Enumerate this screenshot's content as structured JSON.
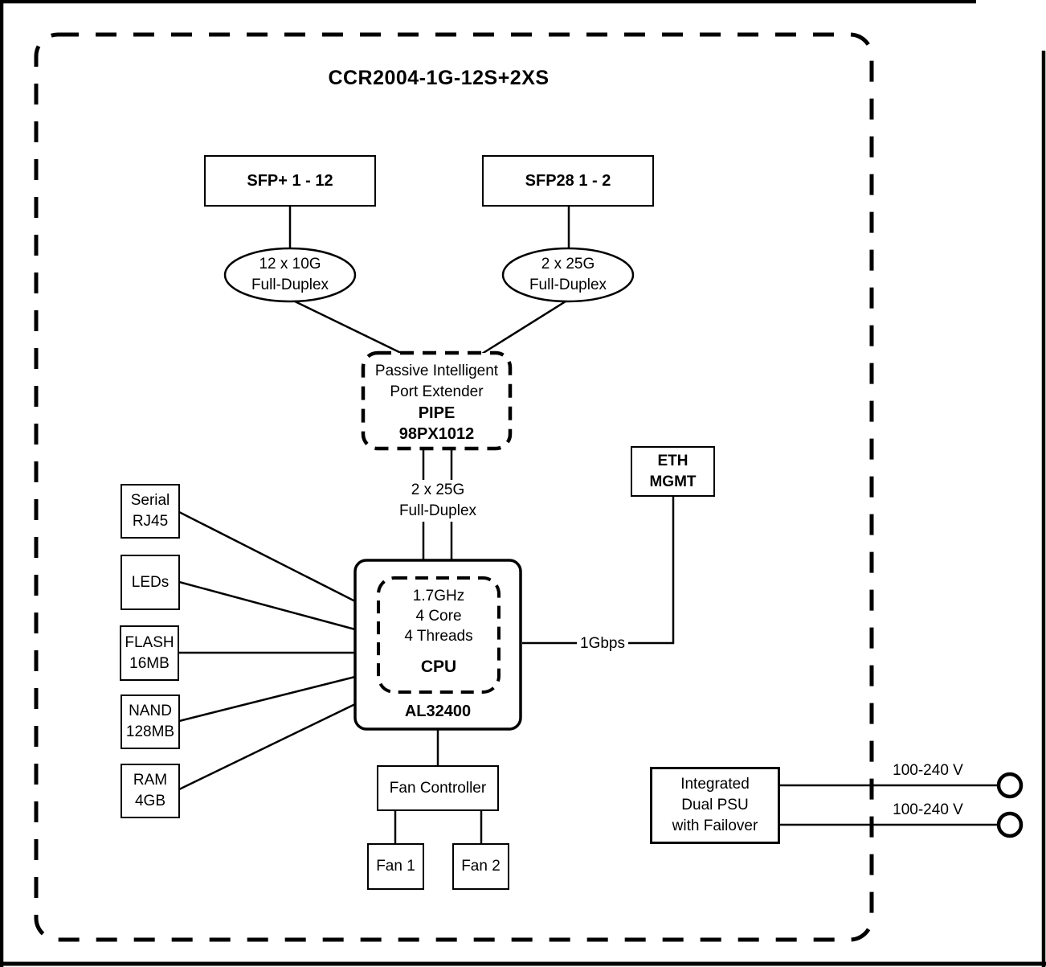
{
  "title": "CCR2004-1G-12S+2XS",
  "sfp": {
    "sfp_plus_label": "SFP+ 1 - 12",
    "sfp28_label": "SFP28 1 - 2",
    "sfp_plus_duplex": {
      "line1": "12 x 10G",
      "line2": "Full-Duplex"
    },
    "sfp28_duplex": {
      "line1": "2 x 25G",
      "line2": "Full-Duplex"
    }
  },
  "pipe": {
    "line1": "Passive Intelligent",
    "line2": "Port Extender",
    "name": "PIPE",
    "model": "98PX1012"
  },
  "pipe_cpu_link": {
    "line1": "2 x 25G",
    "line2": "Full-Duplex"
  },
  "cpu": {
    "spec_line1": "1.7GHz",
    "spec_line2": "4 Core",
    "spec_line3": "4 Threads",
    "name": "CPU",
    "model": "AL32400"
  },
  "eth_mgmt": {
    "line1": "ETH",
    "line2": "MGMT",
    "link_label": "1Gbps"
  },
  "peripherals": {
    "serial": {
      "line1": "Serial",
      "line2": "RJ45"
    },
    "leds": {
      "line1": "LEDs"
    },
    "flash": {
      "line1": "FLASH",
      "line2": "16MB"
    },
    "nand": {
      "line1": "NAND",
      "line2": "128MB"
    },
    "ram": {
      "line1": "RAM",
      "line2": "4GB"
    }
  },
  "fans": {
    "controller_label": "Fan Controller",
    "fan1_label": "Fan 1",
    "fan2_label": "Fan 2"
  },
  "psu": {
    "line1": "Integrated",
    "line2": "Dual PSU",
    "line3": "with Failover",
    "input1_label": "100-240 V",
    "input2_label": "100-240 V"
  },
  "colors": {
    "line": "#000000",
    "background": "#ffffff"
  }
}
